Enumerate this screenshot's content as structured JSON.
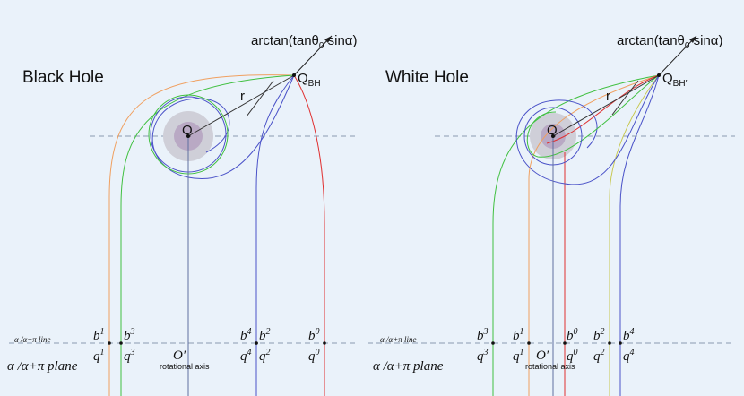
{
  "left_panel": {
    "title": "Black Hole",
    "center_label": "Q",
    "target_label": "Q",
    "target_sub": "BH",
    "radius_label": "r",
    "arrow_label": "arctan(tanθ",
    "arrow_sub": "0",
    "arrow_tail": " sinα)",
    "line_label": "α /α+π line",
    "plane_label": "α /α+π plane",
    "axis_label": "rotational axis",
    "origin_label": "O′",
    "points": [
      {
        "b": "b",
        "q": "q",
        "sup": "1"
      },
      {
        "b": "b",
        "q": "q",
        "sup": "3"
      },
      {
        "b": "b",
        "q": "q",
        "sup": "4"
      },
      {
        "b": "b",
        "q": "q",
        "sup": "2"
      },
      {
        "b": "b",
        "q": "q",
        "sup": "0"
      }
    ]
  },
  "right_panel": {
    "title": "White Hole",
    "center_label": "Q",
    "target_label": "Q",
    "target_sub": "BH′",
    "radius_label": "r",
    "arrow_label": "arctan(tanθ",
    "arrow_sub": "0",
    "arrow_tail": " sinα)",
    "line_label": "α /α+π line",
    "plane_label": "α /α+π plane",
    "axis_label": "rotational axis",
    "origin_label": "O′",
    "points": [
      {
        "b": "b",
        "q": "q",
        "sup": "3"
      },
      {
        "b": "b",
        "q": "q",
        "sup": "1"
      },
      {
        "b": "b",
        "q": "q",
        "sup": "0"
      },
      {
        "b": "b",
        "q": "q",
        "sup": "2"
      },
      {
        "b": "b",
        "q": "q",
        "sup": "4"
      }
    ]
  },
  "colors": {
    "background": "#eaf2fa",
    "ray_orange": "#f0a060",
    "ray_green": "#40c040",
    "ray_blue": "#4a52c8",
    "ray_red": "#e03030",
    "ray_yellow": "#c8c850",
    "dashed": "#8a9ab0",
    "hole_outer": "#c8c8d0",
    "hole_inner": "#b8a8c0"
  }
}
